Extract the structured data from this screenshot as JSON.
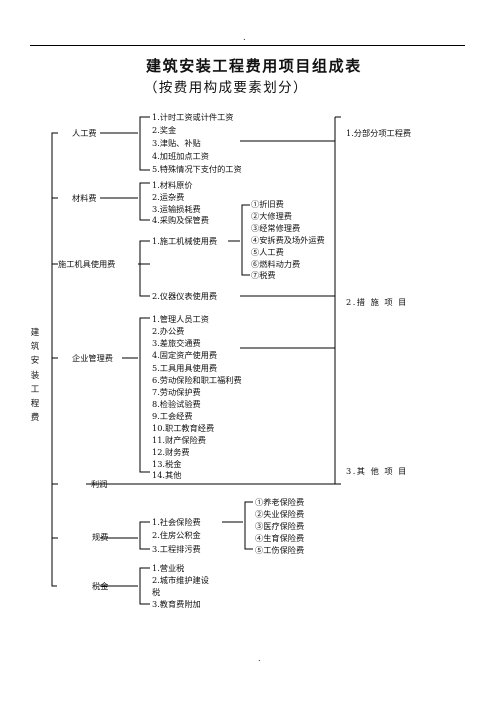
{
  "header": {
    "dot_top": ".",
    "title": "建筑安装工程费用项目组成表",
    "subtitle": "（按费用构成要素划分）"
  },
  "root": {
    "chars": [
      "建",
      "筑",
      "安",
      "装",
      "工",
      "程",
      "费"
    ]
  },
  "categories": {
    "labor": "人工费",
    "material": "材料费",
    "machinery": "施工机具使用费",
    "management": "企业管理费",
    "profit": "利润",
    "fees": "规费",
    "tax": "税金"
  },
  "labor_items": [
    "1.计时工资或计件工资",
    "2.奖金",
    "3.津贴、补贴",
    "4.加班加点工资",
    "5.特殊情况下支付的工资"
  ],
  "material_items": [
    "1.材料原价",
    "2.运杂费",
    "3.运输损耗费",
    "4.采购及保管费"
  ],
  "machinery_items": {
    "machine_use": "1.施工机械使用费",
    "instrument": "2.仪器仪表使用费",
    "machine_sub": [
      "①折旧费",
      "②大修理费",
      "③经常修理费",
      "④安拆费及场外运费",
      "⑤人工费",
      "⑥燃料动力费",
      "⑦税费"
    ]
  },
  "management_items": [
    "1.管理人员工资",
    "2.办公费",
    "3.差旅交通费",
    "4.固定资产使用费",
    "5.工具用具使用费",
    "6.劳动保险和职工福利费",
    "7.劳动保护费",
    "8.检验试验费",
    "9.工会经费",
    "10.职工教育经费",
    "11.财产保险费",
    "12.财务费",
    "13.税金",
    "14.其他"
  ],
  "fees_items": {
    "social": "1.社会保险费",
    "housing": "2.住房公积金",
    "sewage": "3.工程排污费",
    "social_sub": [
      "①养老保险费",
      "②失业保险费",
      "③医疗保险费",
      "④生育保险费",
      "⑤工伤保险费"
    ]
  },
  "tax_items": {
    "item1": "1.营业税",
    "item2_line1": "2.城市维护建设",
    "item2_line2": "税",
    "item3": "3.教育费附加"
  },
  "right_column": {
    "r1": "1.分部分项工程费",
    "r2": "2.措 施 项 目",
    "r3": "3.其 他 项 目"
  },
  "footer": {
    "dot_bottom": "."
  }
}
